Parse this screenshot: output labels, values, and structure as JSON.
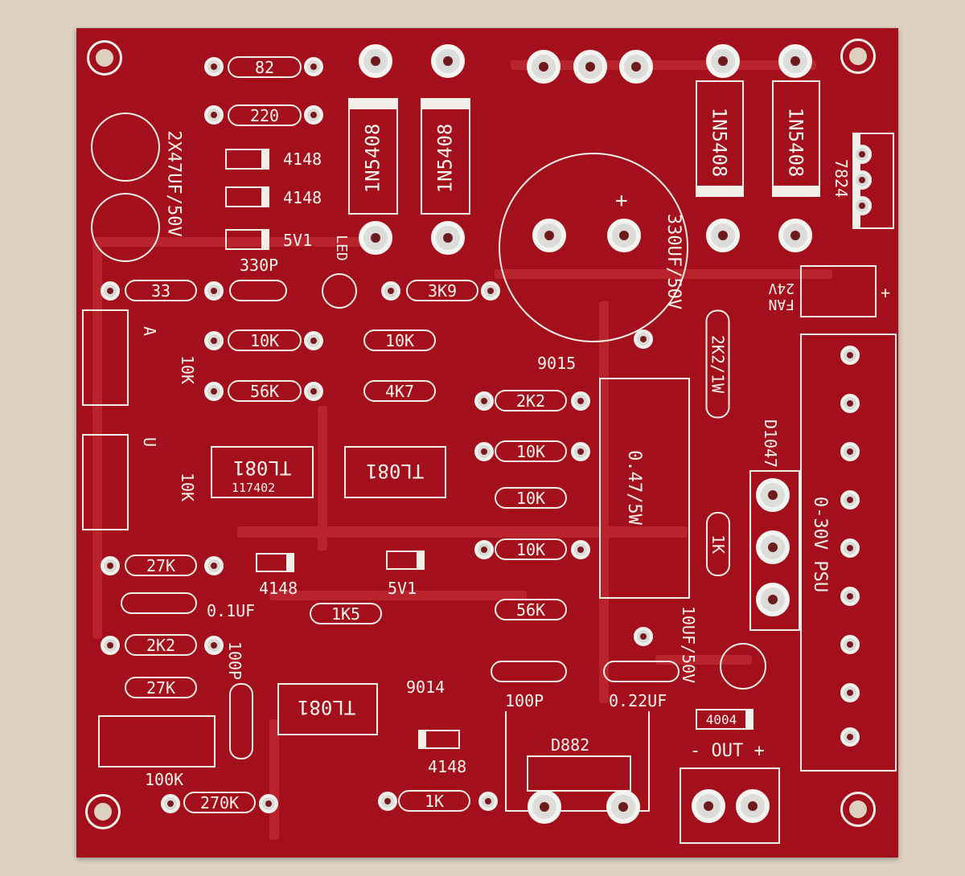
{
  "board": {
    "resistors": [
      "82",
      "220",
      "33",
      "3K9",
      "10K",
      "10K",
      "56K",
      "4K7",
      "2K2",
      "10K",
      "10K",
      "10K",
      "56K",
      "27K",
      "2K2",
      "27K",
      "1K5",
      "270K",
      "1K",
      "2K2/1W",
      "1K"
    ],
    "diodes": [
      "4148",
      "4148",
      "5V1",
      "4148",
      "5V1",
      "4148",
      "4004"
    ],
    "rectifiers": [
      "1N5408",
      "1N5408",
      "1N5408",
      "1N5408"
    ],
    "ics": [
      "TL081",
      "TL081",
      "TL081"
    ],
    "ic_marking": "117402",
    "labels": {
      "cap_2x47": "2X47UF/50V",
      "cap_330p": "330P",
      "led": "LED",
      "cap_main": "330UF/50V",
      "reg": "7824",
      "fan": "FAN 24V",
      "fan_plus": "+",
      "transistor_9015": "9015",
      "transistor_9014": "9014",
      "power_res": "0.47/5W",
      "d1047": "D1047",
      "psu": "0-30V PSU",
      "pot_a": "A",
      "pot_u": "U",
      "pot_a_val": "10K",
      "pot_u_val": "10K",
      "cap_01": "0.1UF",
      "cap_100p_v": "100P",
      "cap_100p": "100P",
      "cap_022": "0.22UF",
      "cap_10uf": "10UF/50V",
      "d882": "D882",
      "pot_100k": "100K",
      "out": "- OUT +",
      "diode_4148_a": "4148",
      "diode_5v1_b": "5V1"
    },
    "colors": {
      "board": "#a3101c",
      "silkscreen": "#f6f2ee",
      "pad": "#dcdcd8"
    }
  }
}
